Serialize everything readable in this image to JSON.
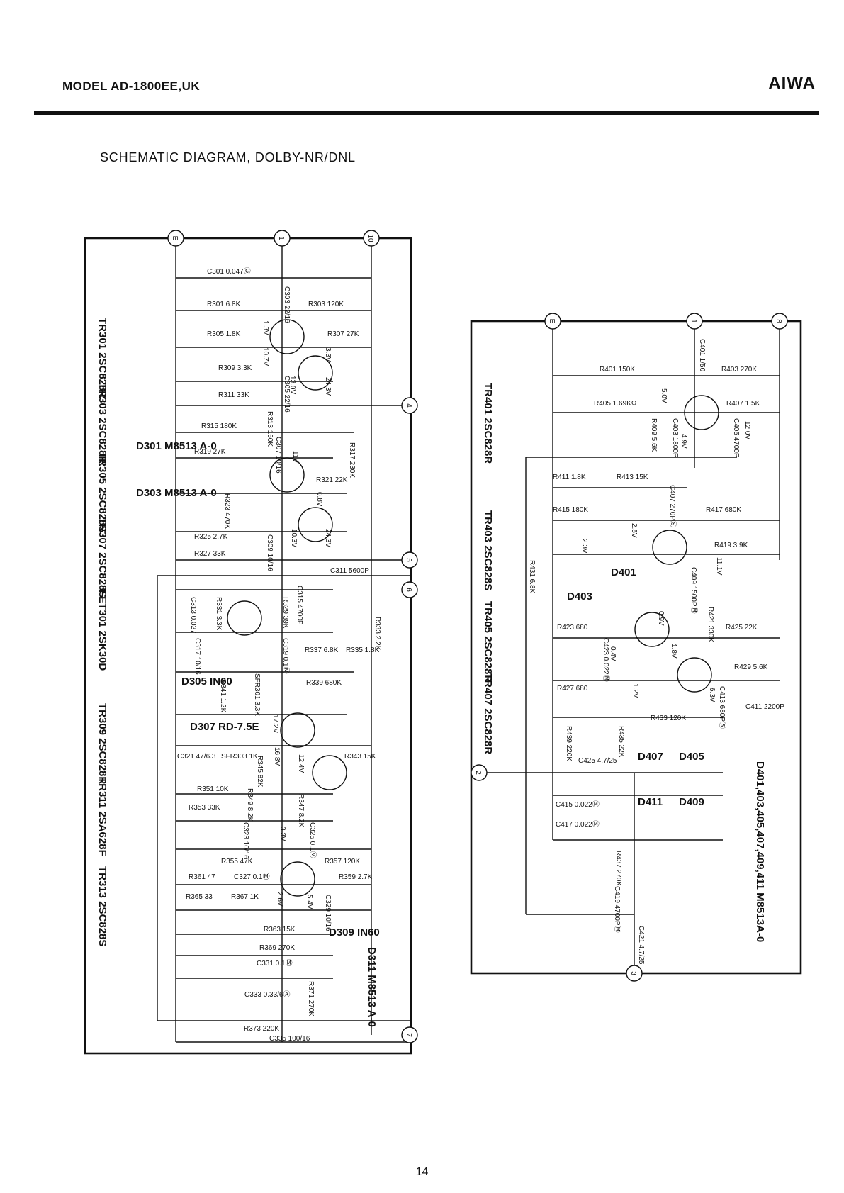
{
  "header": {
    "model": "MODEL AD-1800EE,UK",
    "brand": "AIWA"
  },
  "title": "SCHEMATIC DIAGRAM, DOLBY-NR/DNL",
  "page_number": "14",
  "left_board": {
    "connectors": [
      "E",
      "1",
      "10",
      "4",
      "5",
      "6",
      "7"
    ],
    "transistor_list": [
      "TR301 2SC828R",
      "TR303 2SC828R",
      "TR305 2SC828S",
      "TR307 2SC828S",
      "FET301 2SK30D",
      "TR309 2SC828R",
      "TR311 2SA628F",
      "TR313 2SC828S"
    ],
    "components": [
      "C301 0.047Ⓒ",
      "C303 22/16",
      "R301 6.8K",
      "R303 120K",
      "R305 1.8K",
      "R307 27K",
      "R309 3.3K",
      "C305 22/16",
      "R311 33K",
      "R313 150K",
      "R315 180K",
      "R319 27K",
      "C307 10/16",
      "R317 230K",
      "R321 22K",
      "R323 470K",
      "R325 2.7K",
      "C309 10/16",
      "R327 33K",
      "C311 5600P",
      "C313 0.027",
      "R331 3.3K",
      "R329 39K",
      "C315 4700P",
      "R333 2.2K",
      "C317 10/16",
      "C319 0.1Ⓜ",
      "R337 6.8K",
      "R335 1.8K",
      "R341 1.2K",
      "SFR301 3.3K",
      "R339 680K",
      "C321 47/6.3",
      "SFR303 1K",
      "R345 82K",
      "R343 15K",
      "R349 8.2K",
      "R351 10K",
      "R347 8.2K",
      "C325 0.1Ⓜ",
      "R353 33K",
      "C323 10/16",
      "R355 47K",
      "R357 120K",
      "R361 47",
      "C327 0.1Ⓜ",
      "R359 2.7K",
      "R365 33",
      "R367 1K",
      "C329 10/16",
      "R363 15K",
      "R369 270K",
      "C331 0.1Ⓜ",
      "C333 0.33/6Ⓐ",
      "R371 270K",
      "R373 220K",
      "C335 100/16"
    ],
    "diodes": [
      "D301 M8513 A-0",
      "D303 M8513 A-0",
      "D305 IN60",
      "D307 RD-7.5E",
      "D309 IN60",
      "D311 M8513 A-0"
    ],
    "voltages": [
      "1.3V",
      "10.7V",
      "3.3V",
      "24.3V",
      "13.0V",
      "11V",
      "0.8V",
      "10.3V",
      "24.3V",
      "17.2V",
      "16.8V",
      "12.4V",
      "3.3V",
      "2.6V",
      "5.4V"
    ]
  },
  "right_board": {
    "connectors": [
      "E",
      "1",
      "8",
      "2",
      "3"
    ],
    "transistor_list": [
      "TR401 2SC828R",
      "TR403 2SC828S",
      "TR405 2SC828R",
      "TR407 2SC828R"
    ],
    "components": [
      "C401 1/50",
      "R401 150K",
      "R403 270K",
      "R405 1.69KΩ",
      "R407 1.5K",
      "R409 5.6K",
      "C403 1800P",
      "C405 4700P",
      "R411 1.8K",
      "R413 15K",
      "C407 270PⓈ",
      "R415 180K",
      "R417 680K",
      "R431 6.8K",
      "R419 3.9K",
      "C409 1500PⓂ",
      "R421 330K",
      "R423 680",
      "R425 22K",
      "C423 0.022Ⓜ",
      "R429 5.6K",
      "R427 680",
      "C413 680PⓈ",
      "C411 2200P",
      "R433 120K",
      "R439 220K",
      "C425 4.7/25",
      "R435 22K",
      "C415 0.022Ⓜ",
      "C417 0.022Ⓜ",
      "R437 270K",
      "C419 4700PⓂ",
      "C421 4.7/25"
    ],
    "diodes": [
      "D401",
      "D403",
      "D407",
      "D405",
      "D411",
      "D409"
    ],
    "diode_note": "D401,403,405,407,409,411 M8513A-0",
    "voltages": [
      "5.0V",
      "4.9V",
      "12.0V",
      "2.5V",
      "2.3V",
      "11.1V",
      "0.9V",
      "0.4V",
      "1.8V",
      "1.2V",
      "6.3V"
    ]
  }
}
